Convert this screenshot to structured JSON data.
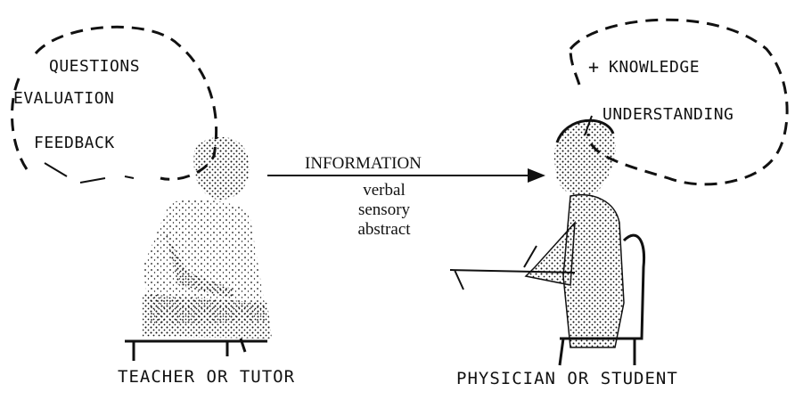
{
  "left_bubble": {
    "items": [
      "QUESTIONS",
      "EVALUATION",
      "FEEDBACK"
    ]
  },
  "right_bubble": {
    "symbol": "+",
    "items": [
      "KNOWLEDGE",
      "UNDERSTANDING"
    ]
  },
  "arrow": {
    "title": "INFORMATION",
    "types": [
      "verbal",
      "sensory",
      "abstract"
    ]
  },
  "captions": {
    "left": "TEACHER OR TUTOR",
    "right": "PHYSICIAN OR STUDENT"
  },
  "colors": {
    "ink": "#111111",
    "paper": "#ffffff"
  }
}
